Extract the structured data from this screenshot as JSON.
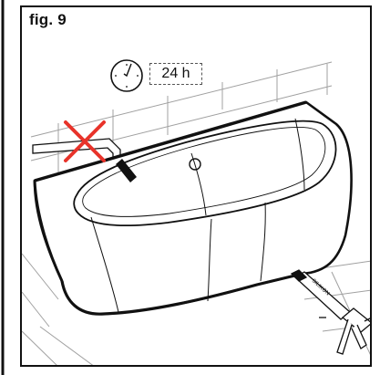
{
  "figure": {
    "label": "fig. 9",
    "cure_time": "24 h",
    "sealant_label": "SILIKON"
  },
  "icons": [
    "clock-icon",
    "prohibited-cross-icon",
    "caulking-gun-icon"
  ],
  "colors": {
    "line": "#111111",
    "cross": "#e8332a",
    "tile_grid": "#a0a0a0"
  }
}
